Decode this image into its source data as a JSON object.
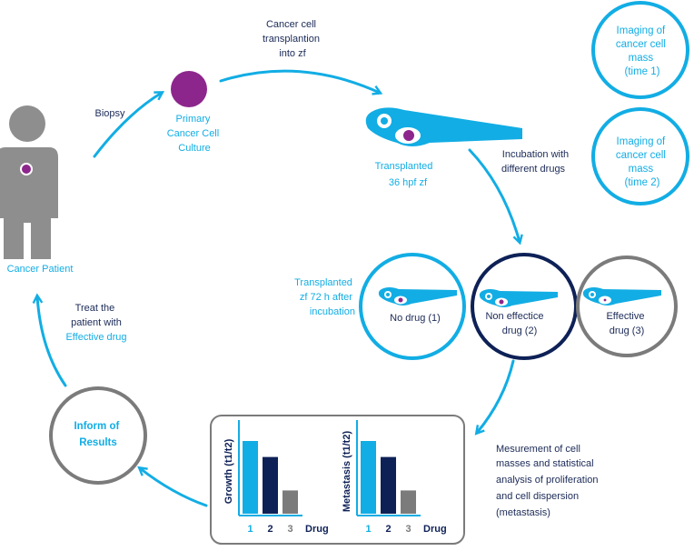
{
  "colors": {
    "cyan": "#12ADE4",
    "navy": "#0E2157",
    "gray": "#7B7B7B",
    "purple": "#8C268C",
    "figure_gray": "#8E8E8E",
    "dark_text": "#1B2A57"
  },
  "patient": {
    "label": "Cancer Patient"
  },
  "steps": {
    "biopsy": "Biopsy",
    "primary_culture": [
      "Primary",
      "Cancer Cell",
      "Culture"
    ],
    "transplantation": [
      "Cancer cell",
      "transplantion",
      "into zf"
    ],
    "transplanted_zf": [
      "Transplanted",
      "36 hpf zf"
    ],
    "incubation": [
      "Incubation with",
      "different drugs"
    ],
    "transplanted_72h": [
      "Transplanted",
      "zf 72 h after",
      "incubation"
    ],
    "measurement": [
      "Mesurement of cell",
      "masses and statistical",
      "analysis of proliferation",
      "and cell dispersion",
      "(metastasis)"
    ],
    "inform": [
      "Inform of",
      "Results"
    ],
    "treat": [
      "Treat the",
      "patient with"
    ],
    "treat_highlight": "Effective drug"
  },
  "imaging": [
    {
      "lines": [
        "Imaging of",
        "cancer cell",
        "mass",
        "(time 1)"
      ]
    },
    {
      "lines": [
        "Imaging of",
        "cancer cell",
        "mass",
        "(time 2)"
      ]
    }
  ],
  "drug_circles": [
    {
      "lines": [
        "No drug (1)"
      ],
      "ring": "cyan"
    },
    {
      "lines": [
        "Non effectice",
        "drug (2)"
      ],
      "ring": "navy"
    },
    {
      "lines": [
        "Effective",
        "drug (3)"
      ],
      "ring": "gray"
    }
  ],
  "chart_data": [
    {
      "type": "bar",
      "ylabel": "Growth (t1/t2)",
      "xlabel": "Drug",
      "categories": [
        "1",
        "2",
        "3"
      ],
      "values": [
        1.0,
        0.78,
        0.32
      ],
      "colors": [
        "#12ADE4",
        "#0E2157",
        "#7B7B7B"
      ]
    },
    {
      "type": "bar",
      "ylabel": "Metastasis (t1/t2)",
      "xlabel": "Drug",
      "categories": [
        "1",
        "2",
        "3"
      ],
      "values": [
        1.0,
        0.78,
        0.32
      ],
      "colors": [
        "#12ADE4",
        "#0E2157",
        "#7B7B7B"
      ]
    }
  ]
}
